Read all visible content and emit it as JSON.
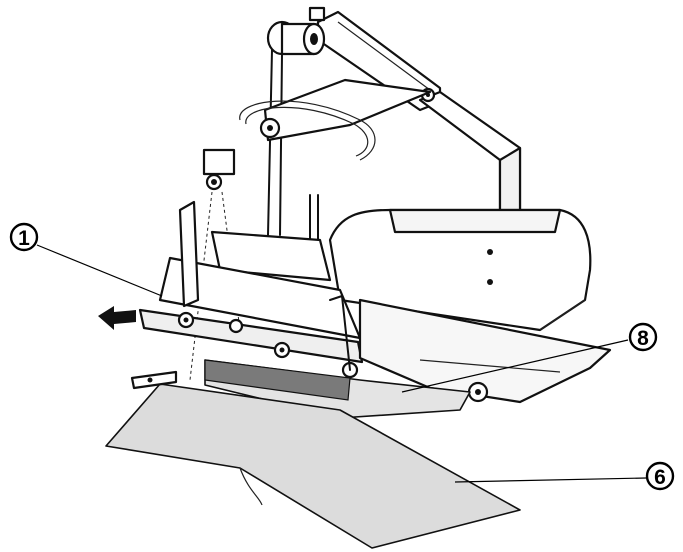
{
  "callouts": [
    {
      "label": "1"
    },
    {
      "label": "8"
    },
    {
      "label": "6"
    }
  ],
  "colors": {
    "line": "#111111",
    "fabric_light": "#cfcfcf",
    "fabric_dark": "#808080",
    "background": "#ffffff"
  },
  "icons": [
    "direction-arrow-icon"
  ]
}
